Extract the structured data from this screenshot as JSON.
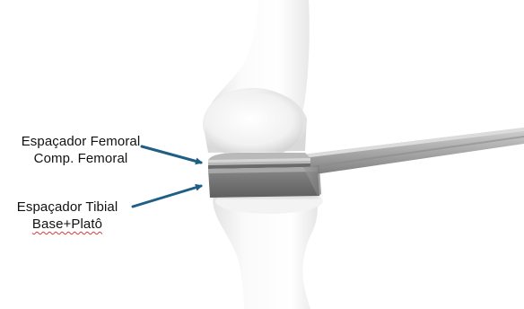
{
  "labels": {
    "femoral": {
      "line1": "Espaçador Femoral",
      "line2": "Comp. Femoral"
    },
    "tibial": {
      "line1": "Espaçador Tibial",
      "line2": "Base+Platô"
    }
  },
  "colors": {
    "arrow": "#1f5f86",
    "bone_light": "#f7f7f7",
    "bone_shadow": "#d4d4d4",
    "spacer_dark": "#6e6e6e",
    "spacer_mid": "#9a9a9a",
    "spacer_light": "#c6c6c6",
    "spellcheck_underline": "#d23b3b"
  }
}
